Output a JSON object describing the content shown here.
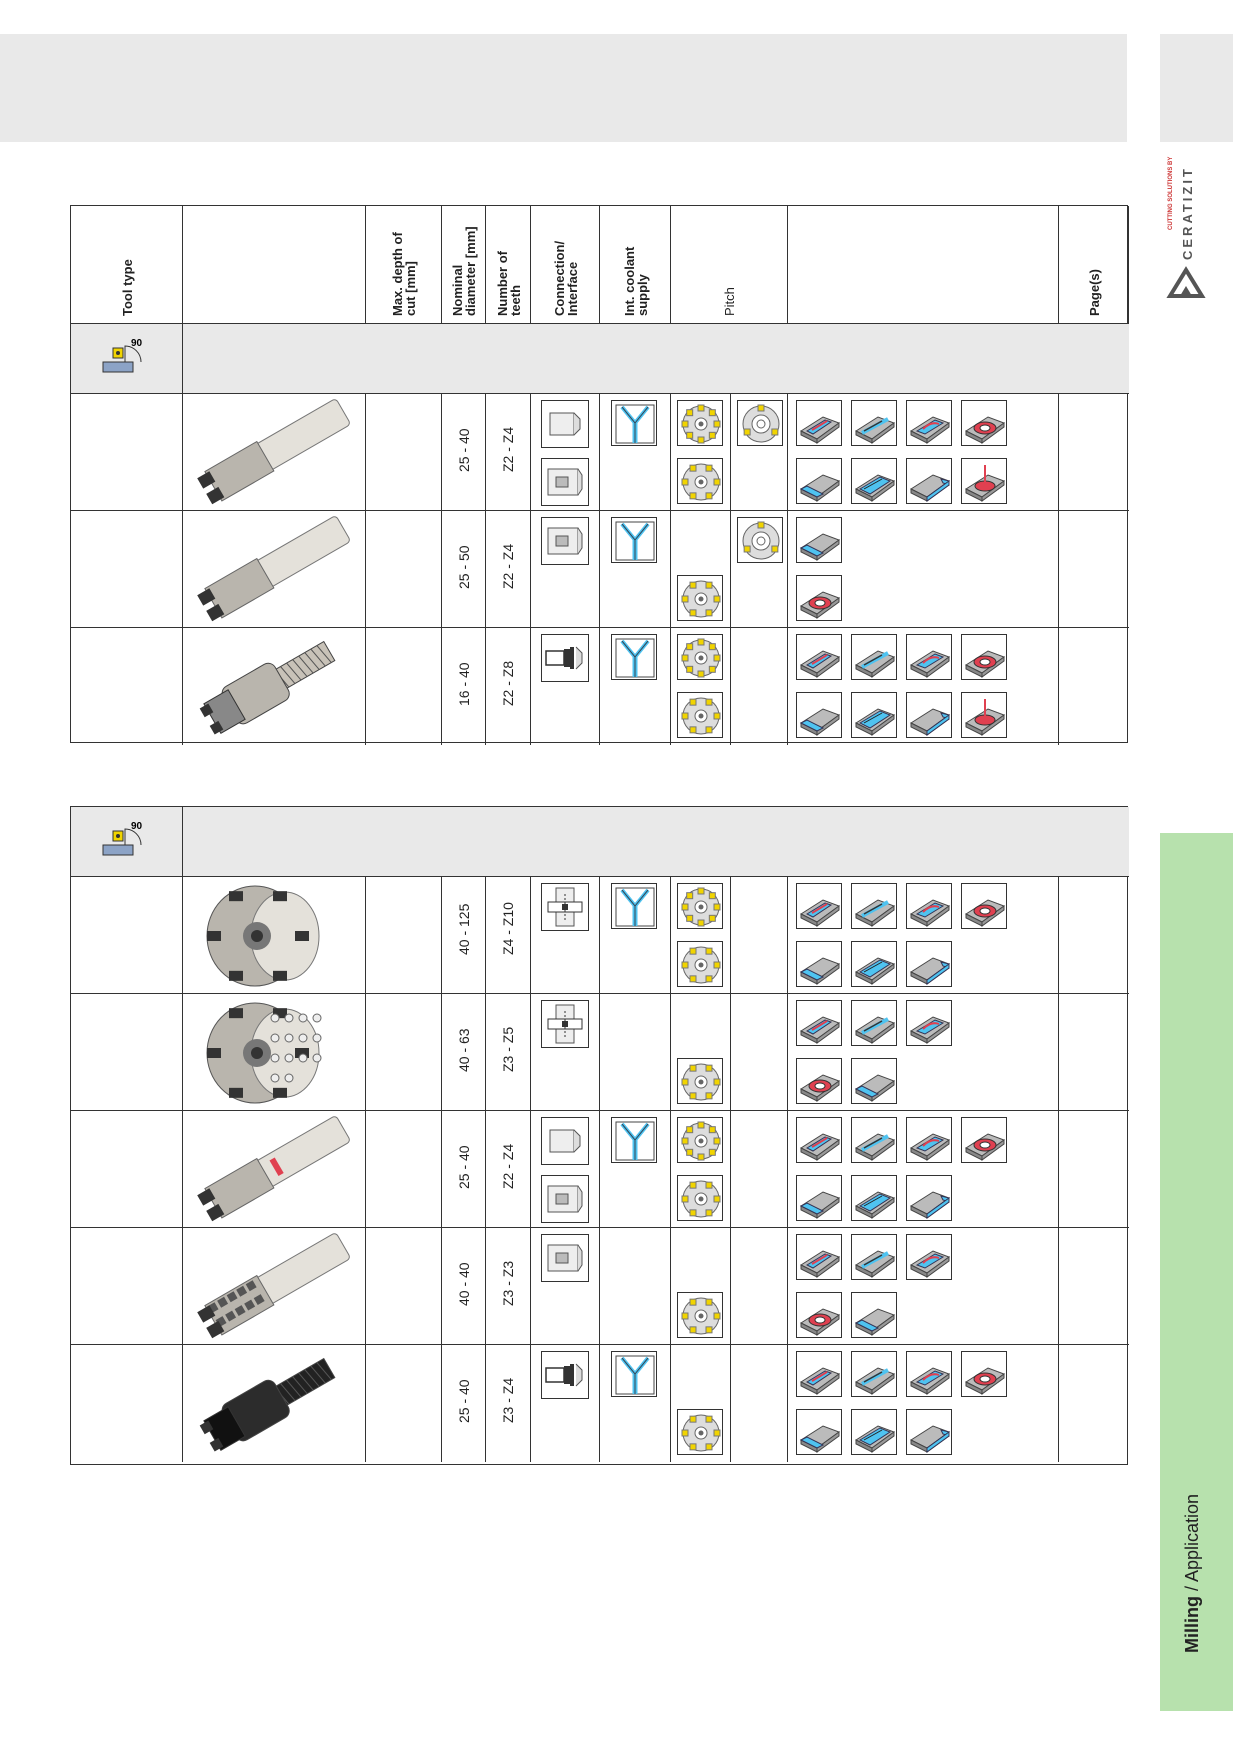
{
  "brand": {
    "name": "CERATIZIT",
    "tagline": "CUTTING SOLUTIONS BY"
  },
  "side_tab": {
    "bold": "Milling",
    "rest": " / Application",
    "color": "#b7e1ad"
  },
  "headers": {
    "tool_type": "Tool type",
    "max_depth": "Max. depth of cut [mm]",
    "nominal_diameter": "Nominal diameter [mm]",
    "teeth": "Number of teeth",
    "connection": "Connection/ Interface",
    "coolant": "Int. coolant supply",
    "pitch": "Pitch",
    "pages": "Page(s)"
  },
  "section1": {
    "angle": "90°",
    "rows": [
      {
        "diameter": "25 - 40",
        "teeth": "Z2 - Z4",
        "tool": "shank-end-mill-silver",
        "connection": [
          "cylindrical-shank-icon",
          "weldon-shank-icon"
        ],
        "coolant": true,
        "pitch": [
          "fine-pitch-icon",
          "coarse-pitch-icon",
          "extra-pitch-icon"
        ],
        "applications": 8
      },
      {
        "diameter": "25 - 50",
        "teeth": "Z2 - Z4",
        "tool": "shank-end-mill-compact",
        "connection": [
          "weldon-shank-icon"
        ],
        "coolant": true,
        "pitch": [
          "coarse-pitch-icon",
          "extra-pitch-icon"
        ],
        "applications": 2
      },
      {
        "diameter": "16 - 40",
        "teeth": "Z2 - Z8",
        "tool": "screw-in-head",
        "connection": [
          "screw-in-icon"
        ],
        "coolant": true,
        "pitch": [
          "fine-pitch-icon",
          "coarse-pitch-icon"
        ],
        "applications": 8
      }
    ]
  },
  "section2": {
    "angle": "90°",
    "rows": [
      {
        "diameter": "40 - 125",
        "teeth": "Z4 - Z10",
        "tool": "shell-mill",
        "connection": [
          "arbor-icon"
        ],
        "coolant": true,
        "pitch": [
          "fine-pitch-icon",
          "coarse-pitch-icon"
        ],
        "applications": 7
      },
      {
        "diameter": "40 - 63",
        "teeth": "Z3 - Z5",
        "tool": "long-edge-shell-mill",
        "connection": [
          "arbor-icon"
        ],
        "coolant": false,
        "pitch": [
          "coarse-pitch-icon"
        ],
        "applications": 5
      },
      {
        "diameter": "25 - 40",
        "teeth": "Z2 - Z4",
        "tool": "shank-end-mill-ceratizit",
        "connection": [
          "cylindrical-shank-icon",
          "weldon-shank-icon"
        ],
        "coolant": true,
        "pitch": [
          "fine-pitch-icon",
          "coarse-pitch-icon"
        ],
        "applications": 7
      },
      {
        "diameter": "40 - 40",
        "teeth": "Z3 - Z3",
        "tool": "long-edge-shank-mill",
        "connection": [
          "weldon-shank-icon"
        ],
        "coolant": false,
        "pitch": [
          "coarse-pitch-icon"
        ],
        "applications": 5
      },
      {
        "diameter": "25 - 40",
        "teeth": "Z3 - Z4",
        "tool": "screw-in-head-black",
        "connection": [
          "screw-in-icon"
        ],
        "coolant": true,
        "pitch": [
          "coarse-pitch-icon"
        ],
        "applications": 7
      }
    ]
  },
  "colors": {
    "accent_blue": "#4fc3f0",
    "accent_red": "#e04050",
    "insert_yellow": "#f1d400",
    "header_gray": "#e9e9e9"
  }
}
